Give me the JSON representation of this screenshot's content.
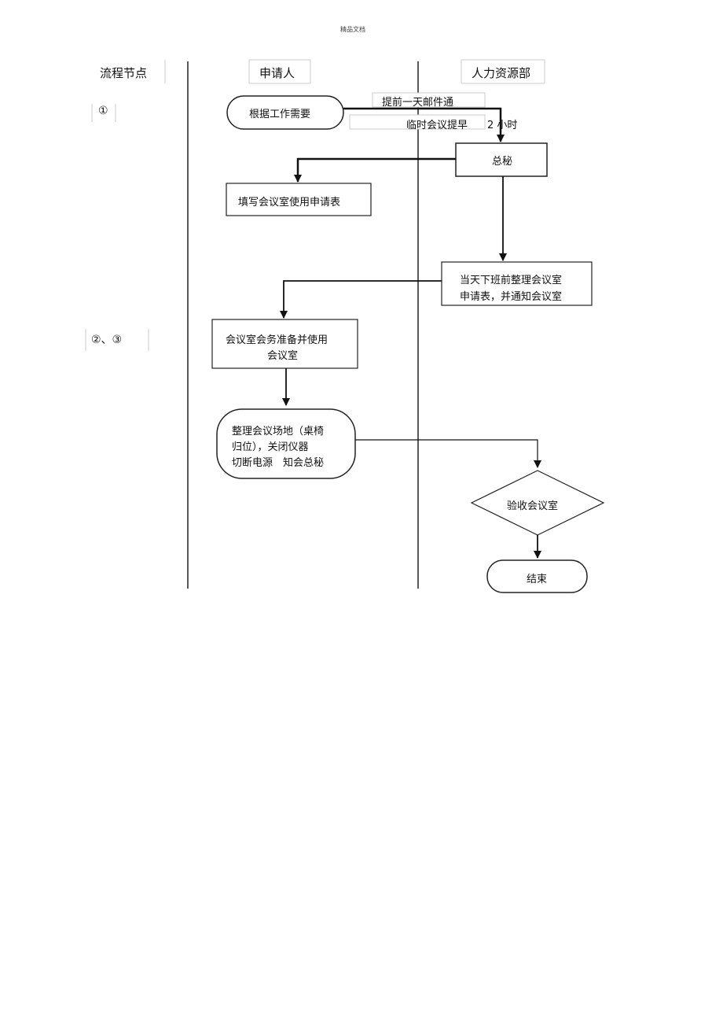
{
  "header": {
    "text": "精品文档"
  },
  "columns": {
    "nodes": "流程节点",
    "applicant": "申请人",
    "hr": "人力资源部"
  },
  "nodes": {
    "n1": "①",
    "n23": "②、③"
  },
  "notes": {
    "email": "提前一天邮件通",
    "temp": "临时会议提早",
    "hours": "2 小时"
  },
  "steps": {
    "start": "根据工作需要",
    "secretary": "总秘",
    "fill_form": "填写会议室使用申请表",
    "organize_line1": "当天下班前整理会议室",
    "organize_line2": "申请表，并通知会议室",
    "prepare_line1": "会议室会务准备并使用",
    "prepare_line2": "会议室",
    "cleanup_line1": "整理会议场地（桌椅",
    "cleanup_line2": "归位），关闭仪器",
    "cleanup_line3": "切断电源　知会总秘",
    "inspect": "验收会议室",
    "end": "结束"
  }
}
